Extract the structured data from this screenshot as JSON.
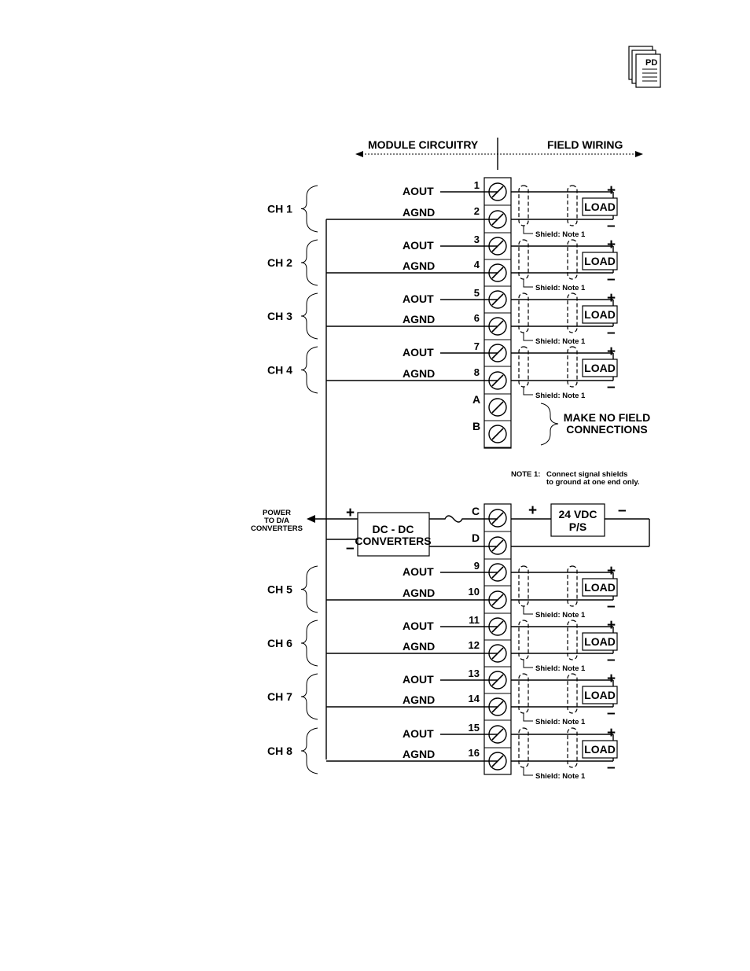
{
  "header": {
    "pdf_icon_label": "PD"
  },
  "diagram": {
    "module_circuitry_label": "MODULE  CIRCUITRY",
    "field_wiring_label": "FIELD  WIRING",
    "aout_label": "AOUT",
    "agnd_label": "AGND",
    "load_label": "LOAD",
    "plus": "+",
    "minus": "–",
    "shield_label": "Shield:  Note  1",
    "channels_top": [
      {
        "name": "CH  1",
        "aout_terminal": "1",
        "agnd_terminal": "2"
      },
      {
        "name": "CH  2",
        "aout_terminal": "3",
        "agnd_terminal": "4"
      },
      {
        "name": "CH  3",
        "aout_terminal": "5",
        "agnd_terminal": "6"
      },
      {
        "name": "CH  4",
        "aout_terminal": "7",
        "agnd_terminal": "8"
      }
    ],
    "channels_bottom": [
      {
        "name": "CH  5",
        "aout_terminal": "9",
        "agnd_terminal": "10"
      },
      {
        "name": "CH  6",
        "aout_terminal": "11",
        "agnd_terminal": "12"
      },
      {
        "name": "CH  7",
        "aout_terminal": "13",
        "agnd_terminal": "14"
      },
      {
        "name": "CH  8",
        "aout_terminal": "15",
        "agnd_terminal": "16"
      }
    ],
    "unused_terminals": [
      "A",
      "B"
    ],
    "no_connect_label": [
      "MAKE  NO  FIELD",
      "CONNECTIONS"
    ],
    "note": {
      "label": "NOTE  1:",
      "text": [
        "Connect  signal  shields",
        "to  ground  at  one  end  only."
      ]
    },
    "power": {
      "terminal_c": "C",
      "terminal_d": "D",
      "supply_label": [
        "24  VDC",
        "P/S"
      ],
      "converter_label": [
        "DC  -  DC",
        "CONVERTERS"
      ],
      "power_out_label": [
        "POWER",
        "TO  D/A",
        "CONVERTERS"
      ]
    }
  }
}
